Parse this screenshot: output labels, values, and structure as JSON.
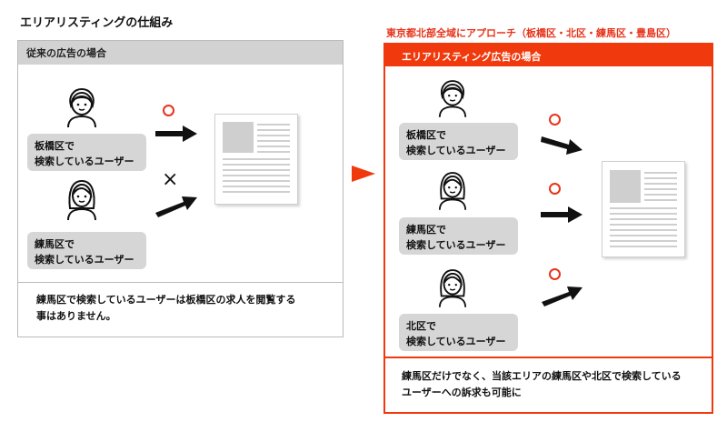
{
  "page_title": "エリアリスティングの仕組み",
  "left_panel": {
    "header": "従来の広告の場合",
    "users": [
      {
        "line1": "板橋区で",
        "line2": "検索しているユーザー",
        "result": "circle"
      },
      {
        "line1": "練馬区で",
        "line2": "検索しているユーザー",
        "result": "cross"
      }
    ],
    "cross_symbol": "×",
    "note_line1": "練馬区で検索しているユーザーは板橋区の求人を閲覧する",
    "note_line2": "事はありません。"
  },
  "right_panel": {
    "title": "東京都北部全域にアプローチ（板橋区・北区・練馬区・豊島区）",
    "header": "エリアリスティング広告の場合",
    "users": [
      {
        "line1": "板橋区で",
        "line2": "検索しているユーザー",
        "result": "circle"
      },
      {
        "line1": "練馬区で",
        "line2": "検索しているユーザー",
        "result": "circle"
      },
      {
        "line1": "北区で",
        "line2": "検索しているユーザー",
        "result": "circle"
      }
    ],
    "note_line1": "練馬区だけでなく、当該エリアの練馬区や北区で検索している",
    "note_line2": "ユーザーへの訴求も可能に"
  },
  "colors": {
    "accent_red": "#f03a0e",
    "title_red": "#e8331a",
    "header_gray": "#d2d2d2",
    "user_box_gray": "#d6d6d6"
  },
  "icons": [
    "male-user-icon",
    "female-user-icon",
    "document-icon",
    "arrow-icon",
    "circle-ok-icon",
    "cross-ng-icon"
  ]
}
